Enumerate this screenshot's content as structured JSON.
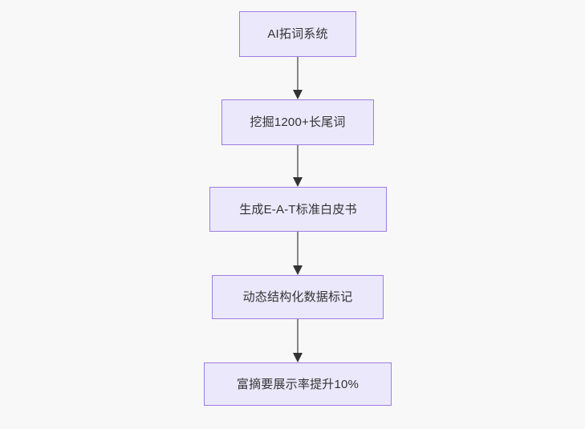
{
  "diagram": {
    "type": "flowchart",
    "direction": "top-to-bottom",
    "background_color": "#f8f8f8",
    "node_fill_color": "#ebe8fb",
    "node_border_color": "#9f7ddf",
    "node_text_color": "#333333",
    "edge_line_color": "#878787",
    "edge_arrow_color": "#333333",
    "nodes": [
      {
        "id": "n1",
        "label": "AI拓词系统"
      },
      {
        "id": "n2",
        "label": "挖掘1200+长尾词"
      },
      {
        "id": "n3",
        "label": "生成E-A-T标准白皮书"
      },
      {
        "id": "n4",
        "label": "动态结构化数据标记"
      },
      {
        "id": "n5",
        "label": "富摘要展示率提升10%"
      }
    ],
    "edges": [
      {
        "from": "n1",
        "to": "n2",
        "label": ""
      },
      {
        "from": "n2",
        "to": "n3",
        "label": ""
      },
      {
        "from": "n3",
        "to": "n4",
        "label": ""
      },
      {
        "from": "n4",
        "to": "n5",
        "label": ""
      }
    ]
  }
}
